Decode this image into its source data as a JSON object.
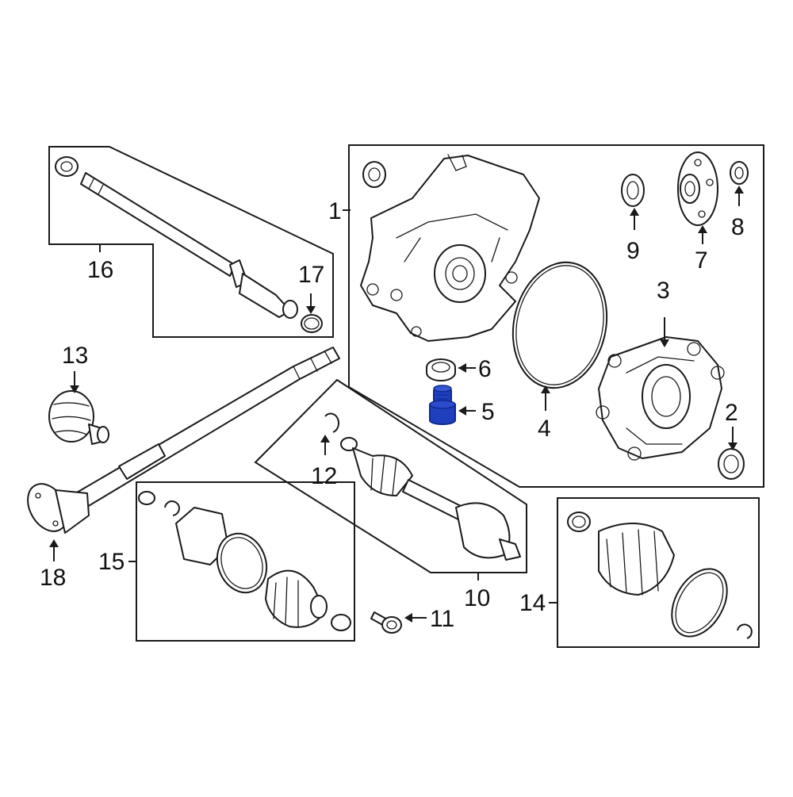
{
  "callouts": [
    {
      "id": "1",
      "label": "1"
    },
    {
      "id": "2",
      "label": "2"
    },
    {
      "id": "3",
      "label": "3"
    },
    {
      "id": "4",
      "label": "4"
    },
    {
      "id": "5",
      "label": "5"
    },
    {
      "id": "6",
      "label": "6"
    },
    {
      "id": "7",
      "label": "7"
    },
    {
      "id": "8",
      "label": "8"
    },
    {
      "id": "9",
      "label": "9"
    },
    {
      "id": "10",
      "label": "10"
    },
    {
      "id": "11",
      "label": "11"
    },
    {
      "id": "12",
      "label": "12"
    },
    {
      "id": "13",
      "label": "13"
    },
    {
      "id": "14",
      "label": "14"
    },
    {
      "id": "15",
      "label": "15"
    },
    {
      "id": "16",
      "label": "16"
    },
    {
      "id": "17",
      "label": "17"
    },
    {
      "id": "18",
      "label": "18"
    }
  ],
  "colors": {
    "line": "#1a1a1a",
    "highlight": "#1f3fbf",
    "highlight_dark": "#0e2a8c",
    "background": "#ffffff"
  },
  "highlighted_part": "5"
}
